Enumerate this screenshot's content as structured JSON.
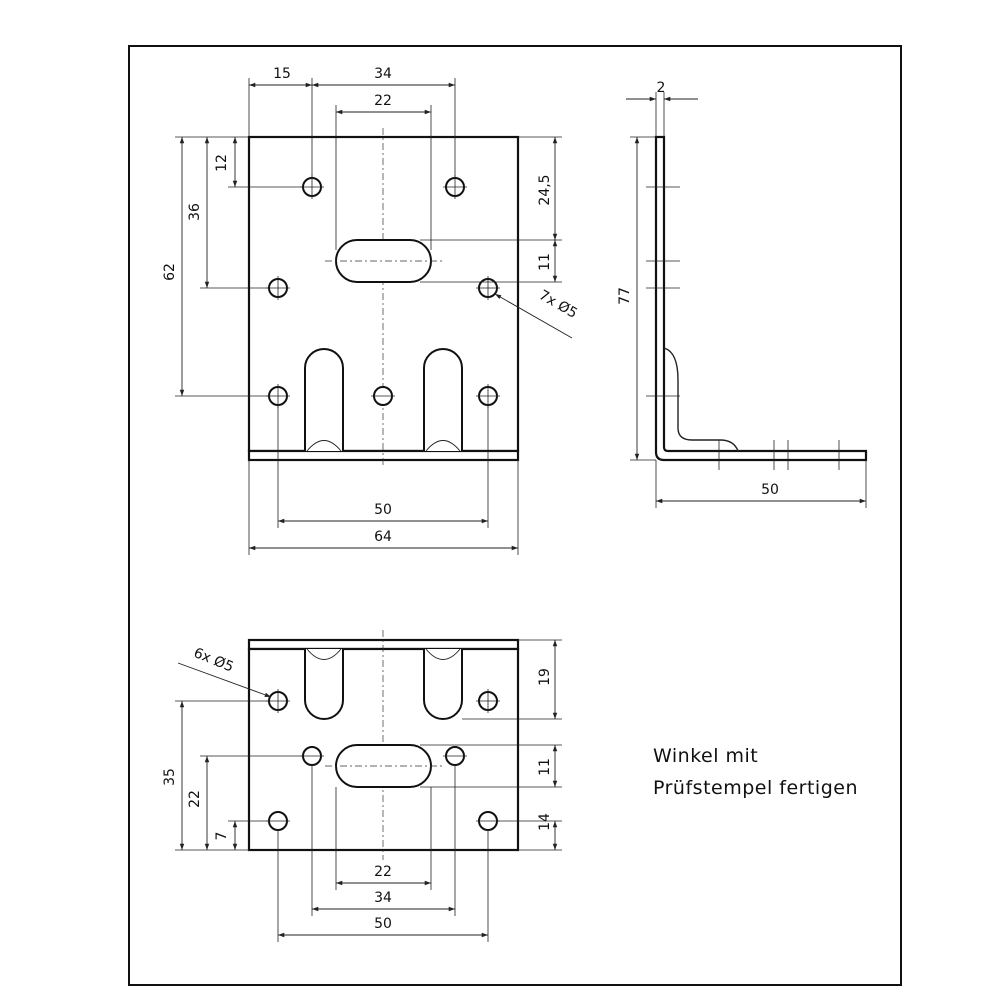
{
  "top_view": {
    "dims": {
      "d15": "15",
      "d34": "34",
      "d22": "22",
      "d12": "12",
      "d36": "36",
      "d62": "62",
      "d24_5": "24,5",
      "d11": "11",
      "holes": "7x Ø5",
      "d50": "50",
      "d64": "64"
    }
  },
  "side_view": {
    "dims": {
      "d2": "2",
      "d77": "77",
      "d50": "50"
    }
  },
  "bottom_view": {
    "dims": {
      "holes": "6x  Ø5",
      "d19": "19",
      "d35": "35",
      "d22v": "22",
      "d7": "7",
      "d11": "11",
      "d14": "14",
      "d22": "22",
      "d34": "34",
      "d50": "50"
    }
  },
  "note": {
    "line1": "Winkel mit",
    "line2": "Prüfstempel fertigen"
  }
}
